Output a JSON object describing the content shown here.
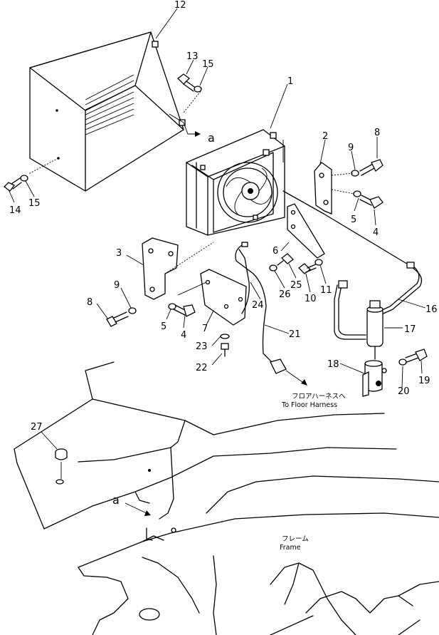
{
  "callouts": [
    "1",
    "2",
    "3",
    "4",
    "5",
    "6",
    "7",
    "8",
    "9",
    "10",
    "11",
    "12",
    "13",
    "14",
    "15",
    "16",
    "17",
    "18",
    "19",
    "20",
    "21",
    "22",
    "23",
    "24",
    "25",
    "26",
    "27"
  ],
  "view_marker": "a",
  "notes": {
    "floor_harness_jp": "フロアハーネスへ",
    "floor_harness_en": "To Floor Harness",
    "frame_jp": "フレーム",
    "frame_en": "Frame"
  }
}
